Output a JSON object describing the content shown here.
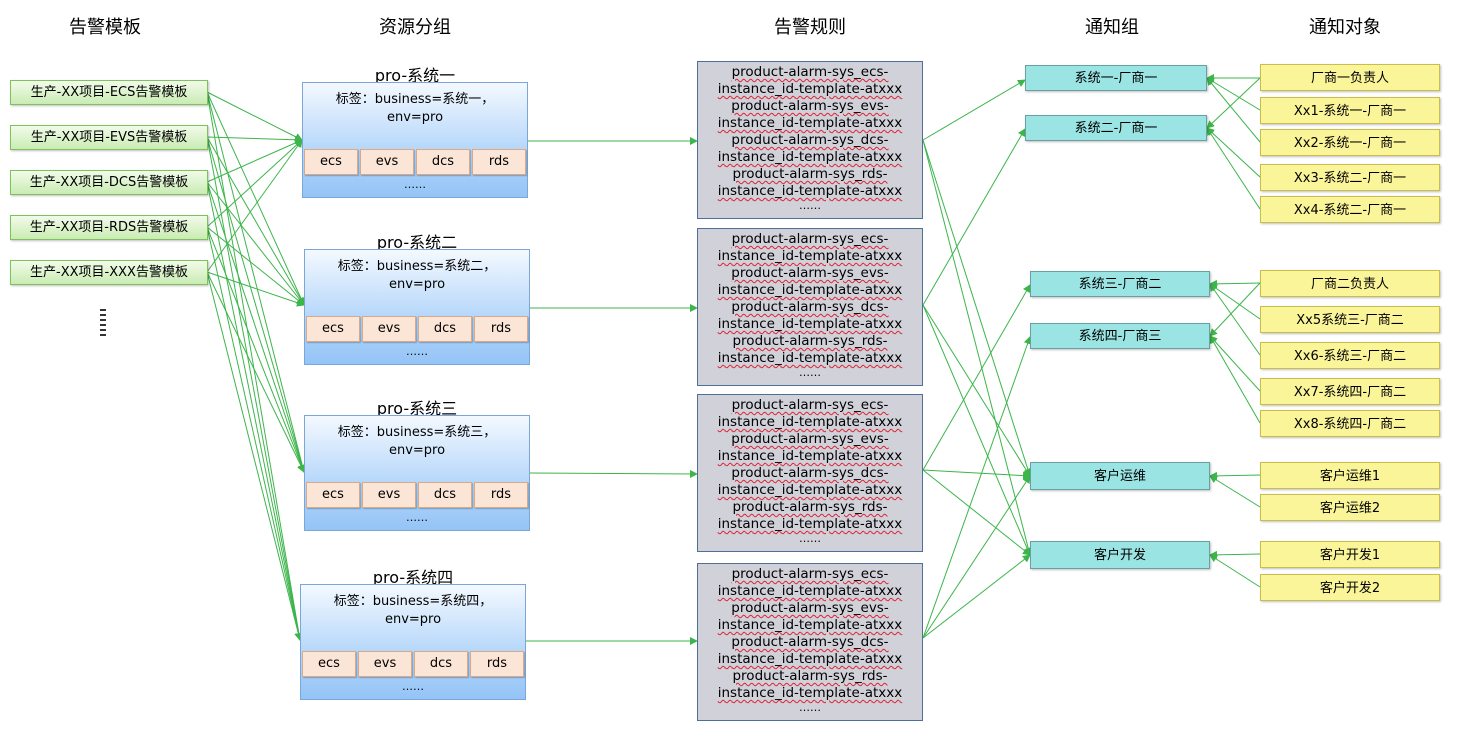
{
  "headers": [
    "告警模板",
    "资源分组",
    "告警规则",
    "通知组",
    "通知对象"
  ],
  "templates": [
    "生产-XX项目-ECS告警模板",
    "生产-XX项目-EVS告警模板",
    "生产-XX项目-DCS告警模板",
    "生产-XX项目-RDS告警模板",
    "生产-XX项目-XXX告警模板"
  ],
  "groups": [
    {
      "title": "pro-系统一",
      "tag_line1": "标签：business=系统一，",
      "tag_line2": "env=pro",
      "chips": [
        "ecs",
        "evs",
        "dcs",
        "rds"
      ],
      "more": "……"
    },
    {
      "title": "pro-系统二",
      "tag_line1": "标签：business=系统二，",
      "tag_line2": "env=pro",
      "chips": [
        "ecs",
        "evs",
        "dcs",
        "rds"
      ],
      "more": "……"
    },
    {
      "title": "pro-系统三",
      "tag_line1": "标签：business=系统三，",
      "tag_line2": "env=pro",
      "chips": [
        "ecs",
        "evs",
        "dcs",
        "rds"
      ],
      "more": "……"
    },
    {
      "title": "pro-系统四",
      "tag_line1": "标签：business=系统四，",
      "tag_line2": "env=pro",
      "chips": [
        "ecs",
        "evs",
        "dcs",
        "rds"
      ],
      "more": "……"
    }
  ],
  "rules": {
    "lines": [
      "product-alarm-sys_ecs-",
      "instance_id-template-atxxx",
      "product-alarm-sys_evs-",
      "instance_id-template-atxxx",
      "product-alarm-sys_dcs-",
      "instance_id-template-atxxx",
      "product-alarm-sys_rds-",
      "instance_id-template-atxxx"
    ],
    "more": "……"
  },
  "notify_groups": [
    "系统一-厂商一",
    "系统二-厂商一",
    "系统三-厂商二",
    "系统四-厂商三",
    "客户运维",
    "客户开发"
  ],
  "notify_targets": [
    "厂商一负责人",
    "Xx1-系统一-厂商一",
    "Xx2-系统一-厂商一",
    "Xx3-系统二-厂商一",
    "Xx4-系统二-厂商一",
    "厂商二负责人",
    "Xx5系统三-厂商二",
    "Xx6-系统三-厂商二",
    "Xx7-系统四-厂商二",
    "Xx8-系统四-厂商二",
    "客户运维1",
    "客户运维2",
    "客户开发1",
    "客户开发2"
  ],
  "colors": {
    "connector": "#3cb54a",
    "template_fill": "#c9ecb3",
    "group_fill": "#b4d6fa",
    "chip_fill": "#fbe5d6",
    "rule_fill": "#d1d1d9",
    "notify_group_fill": "#9be4e4",
    "target_fill": "#fbf59a"
  }
}
